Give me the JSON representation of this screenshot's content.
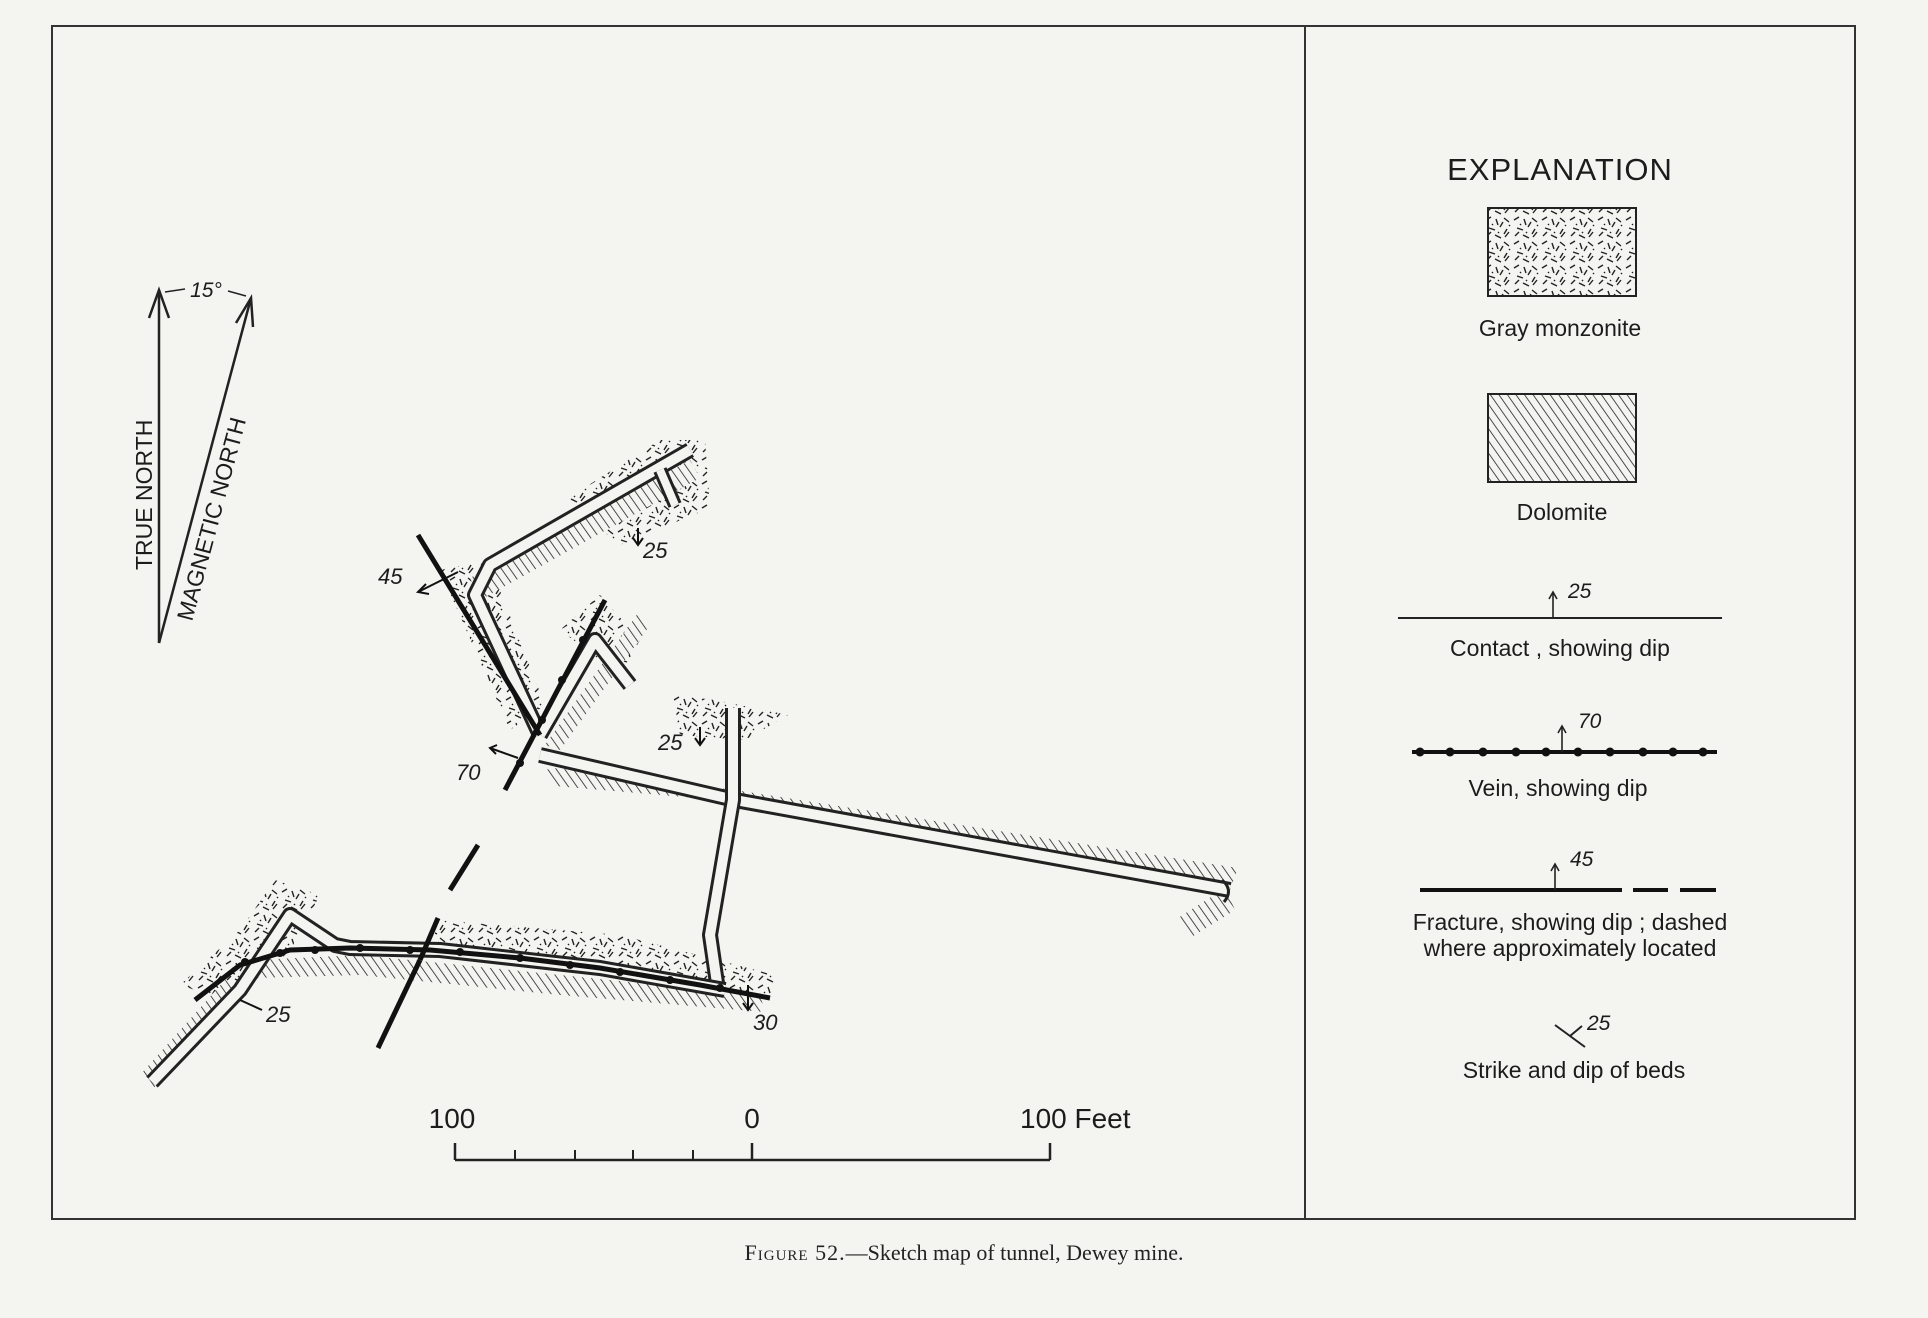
{
  "north_arrow": {
    "angle_label": "15°",
    "true_north": "TRUE NORTH",
    "magnetic_north": "MAGNETIC NORTH"
  },
  "dip_labels": {
    "fracture_upper": "45",
    "contact_upper": "25",
    "contact_middle": "25",
    "vein_middle": "70",
    "bed_lower": "25",
    "contact_lower": "30"
  },
  "scale_bar": {
    "left_value": "100",
    "zero": "0",
    "right_value": "100 Feet"
  },
  "explanation": {
    "title": "EXPLANATION",
    "gray_monzonite": "Gray monzonite",
    "dolomite": "Dolomite",
    "contact": {
      "dip": "25",
      "label": "Contact , showing dip"
    },
    "vein": {
      "dip": "70",
      "label": "Vein, showing dip"
    },
    "fracture": {
      "dip": "45",
      "label_line1": "Fracture, showing dip ; dashed",
      "label_line2": "where approximately located"
    },
    "strike": {
      "dip": "25",
      "label": "Strike and dip of beds"
    }
  },
  "caption": {
    "figure_number": "Figure 52.",
    "text": "—Sketch map of tunnel, Dewey mine."
  }
}
